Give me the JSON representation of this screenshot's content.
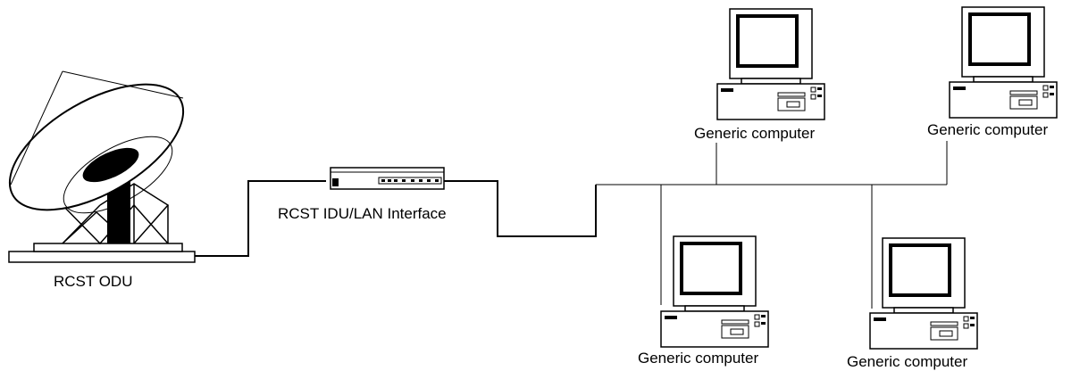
{
  "labels": {
    "odu": "RCST ODU",
    "idu": "RCST IDU/LAN Interface",
    "computer_1": "Generic computer",
    "computer_2": "Generic computer",
    "computer_3": "Generic computer",
    "computer_4": "Generic computer"
  },
  "icons": {
    "dish": "satellite-dish-icon",
    "idu": "network-hub-icon",
    "computer": "desktop-computer-icon"
  },
  "colors": {
    "stroke": "#000000",
    "background": "#ffffff"
  }
}
